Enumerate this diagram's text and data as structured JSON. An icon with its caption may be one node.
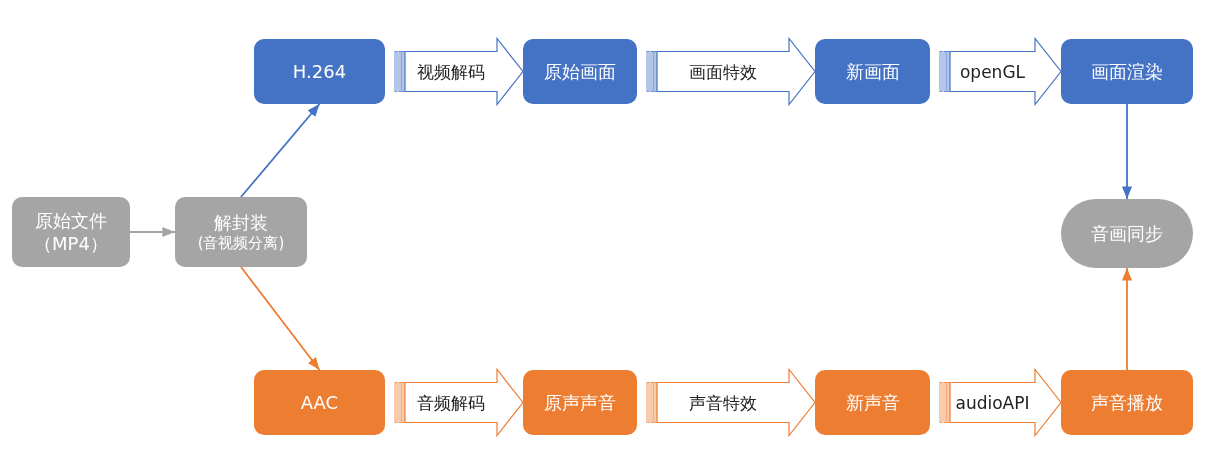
{
  "diagram": {
    "nodes": [
      {
        "text": [
          "原始文件（MP4）"
        ]
      },
      {
        "text": [
          "解封装",
          "(音视频分离)"
        ]
      },
      {
        "text": [
          "H.264"
        ]
      },
      {
        "text": [
          "原始画面"
        ]
      },
      {
        "text": [
          "新画面"
        ]
      },
      {
        "text": [
          "画面渲染"
        ]
      },
      {
        "text": [
          "音画同步"
        ]
      },
      {
        "text": [
          "AAC"
        ]
      },
      {
        "text": [
          "原声声音"
        ]
      },
      {
        "text": [
          "新声音"
        ]
      },
      {
        "text": [
          "声音播放"
        ]
      }
    ],
    "edges": [
      {
        "from": 0,
        "to": 1,
        "arrow": "to",
        "color": "#a5a5a5"
      },
      {
        "from": 1,
        "to": 2,
        "arrow": "to",
        "color": "#4472c4"
      },
      {
        "from": 1,
        "to": 7,
        "arrow": "to",
        "color": "#ed7d31"
      },
      {
        "from": 2,
        "to": 3,
        "arrow": "to",
        "label": "视频解码",
        "style": "thick",
        "color": "#4472c4"
      },
      {
        "from": 3,
        "to": 4,
        "arrow": "to",
        "label": "画面特效",
        "style": "thick",
        "color": "#4472c4"
      },
      {
        "from": 4,
        "to": 5,
        "arrow": "to",
        "label": "openGL",
        "style": "thick",
        "color": "#4472c4"
      },
      {
        "from": 5,
        "to": 6,
        "arrow": "to",
        "color": "#4472c4"
      },
      {
        "from": 7,
        "to": 8,
        "arrow": "to",
        "label": "音频解码",
        "style": "thick",
        "color": "#ed7d31"
      },
      {
        "from": 8,
        "to": 9,
        "arrow": "to",
        "label": "声音特效",
        "style": "thick",
        "color": "#ed7d31"
      },
      {
        "from": 9,
        "to": 10,
        "arrow": "to",
        "label": "audioAPI",
        "style": "thick",
        "color": "#ed7d31"
      },
      {
        "from": 10,
        "to": 6,
        "arrow": "to",
        "color": "#ed7d31"
      }
    ]
  }
}
